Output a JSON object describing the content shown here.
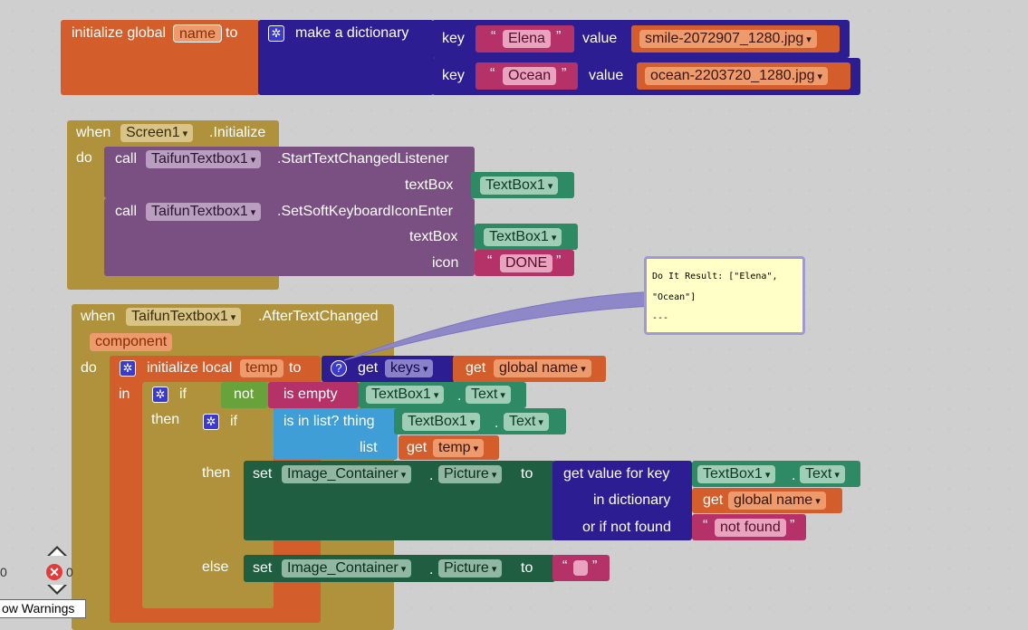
{
  "global": {
    "initialize_global": "initialize global",
    "var_name": "name",
    "to": "to",
    "make_dict": "make a dictionary",
    "key": "key",
    "value": "value",
    "key1": "Elena",
    "value1": "smile-2072907_1280.jpg",
    "key2": "Ocean",
    "value2": "ocean-2203720_1280.jpg"
  },
  "screen_init": {
    "when": "when",
    "component": "Screen1",
    "event": ".Initialize",
    "do": "do",
    "call": "call",
    "textbox_comp": "TaifunTextbox1",
    "method1": ".StartTextChangedListener",
    "method2": ".SetSoftKeyboardIconEnter",
    "textbox_label": "textBox",
    "textbox_value": "TextBox1",
    "icon_label": "icon",
    "icon_value": "DONE"
  },
  "after_changed": {
    "when": "when",
    "component": "TaifunTextbox1",
    "event": ".AfterTextChanged",
    "param": "component",
    "do": "do",
    "init_local": "initialize local",
    "local_name": "temp",
    "to": "to",
    "get": "get",
    "keys": "keys",
    "global_name": "global name",
    "in": "in",
    "if": "if",
    "not": "not",
    "is_empty": "is empty",
    "textbox": "TextBox1",
    "dot": ".",
    "text_prop": "Text",
    "then": "then",
    "is_in_list": "is in list? thing",
    "list": "list",
    "temp": "temp",
    "set": "set",
    "image_container": "Image_Container",
    "picture": "Picture",
    "get_value_for_key": "get value for key",
    "in_dictionary": "in dictionary",
    "or_if_not_found": "or if not found",
    "not_found": "not found",
    "else": "else"
  },
  "tooltip": {
    "line1": "Do It Result: [\"Elena\",",
    "line2": "\"Ocean\"]",
    "line3": "---"
  },
  "bottom": {
    "warnings_count": "0",
    "errors_count": "0",
    "show_warnings": "ow Warnings"
  },
  "colors": {
    "orange": "#d45e2b",
    "dict_blue": "#2c1d93",
    "text_pink": "#b53268",
    "control_gold": "#b1923c",
    "procedure_purple": "#7a5083",
    "component_green": "#2d8a64",
    "setter_green": "#1f5e40",
    "logic_green": "#67a23a",
    "list_blue": "#3f9ed6"
  }
}
